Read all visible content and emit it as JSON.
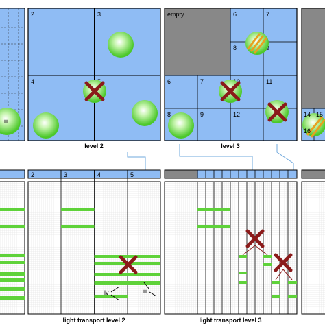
{
  "top_panels": {
    "level1": {
      "region_labels": [
        "iii"
      ]
    },
    "level2": {
      "caption": "level 2",
      "cell_numbers": [
        "2",
        "3",
        "4",
        "5"
      ]
    },
    "level3": {
      "caption": "level 3",
      "empty_label": "empty",
      "cell_numbers": [
        "6",
        "7",
        "8",
        "9",
        "6",
        "7",
        "10",
        "11",
        "8",
        "9",
        "12",
        "13"
      ]
    },
    "level4": {
      "cell_numbers": [
        "14",
        "15",
        "16"
      ]
    }
  },
  "bottom_panels": {
    "level2": {
      "caption": "light transport level 2",
      "column_numbers": [
        "2",
        "3",
        "4",
        "5"
      ],
      "region_labels": [
        "iv",
        "iii"
      ]
    },
    "level3": {
      "caption": "light transport level 3"
    }
  },
  "colors": {
    "cell_blue": "#8fbcf4",
    "dark_grey": "#888888",
    "green": "#5fd23a",
    "cross_red": "#8b1a1a",
    "orange": "#e8a020",
    "connector": "#6fa8dc"
  },
  "icons": [
    "sphere-light",
    "cross-mark",
    "hatched-occluder"
  ]
}
